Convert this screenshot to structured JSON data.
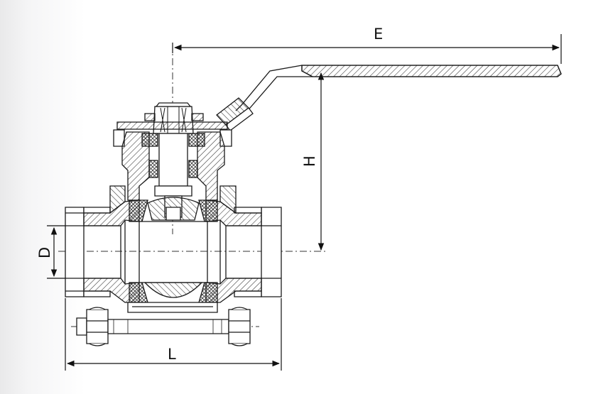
{
  "diagram": {
    "dimensions": {
      "E": "E",
      "H": "H",
      "D": "D",
      "L": "L"
    },
    "colors": {
      "line": "#1a1a1a",
      "hatch": "#333333",
      "seal_fill": "#f2f2f2",
      "background": "#ffffff"
    }
  }
}
